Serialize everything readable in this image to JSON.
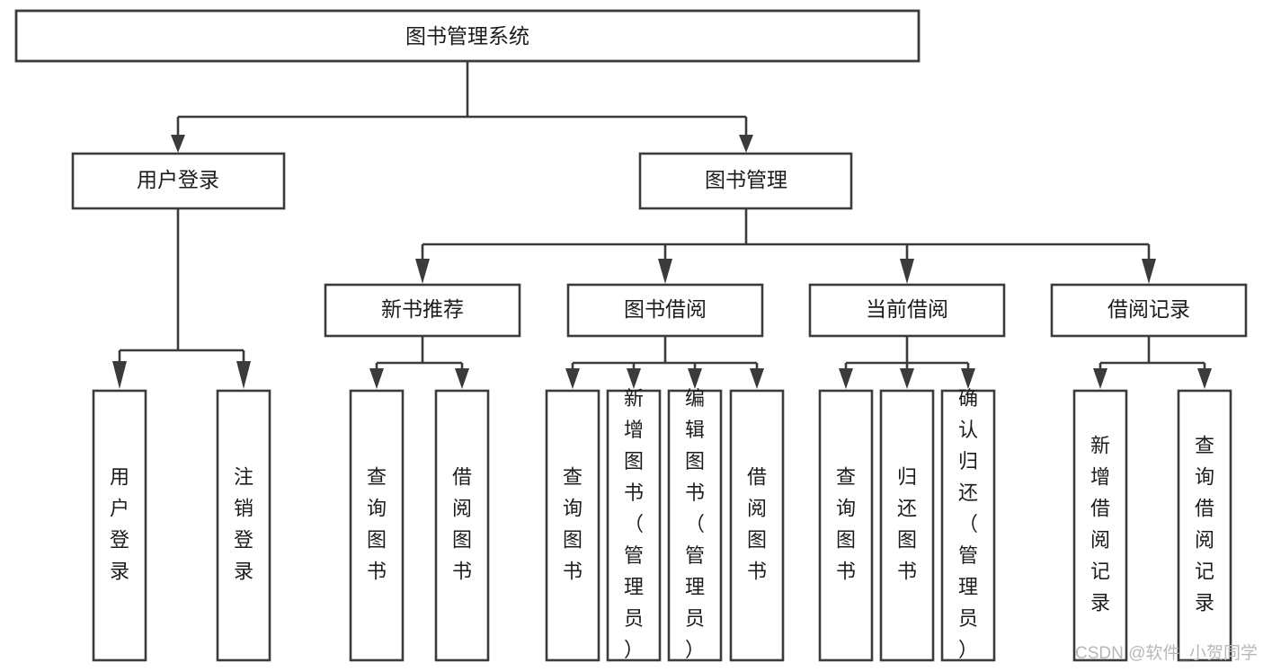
{
  "diagram": {
    "title": "图书管理系统",
    "type": "tree-hierarchy-chart",
    "root": {
      "label": "图书管理系统"
    },
    "level2": [
      {
        "label": "用户登录"
      },
      {
        "label": "图书管理"
      }
    ],
    "level3": [
      {
        "label": "新书推荐"
      },
      {
        "label": "图书借阅"
      },
      {
        "label": "当前借阅"
      },
      {
        "label": "借阅记录"
      }
    ],
    "leaves": {
      "user_login": [
        {
          "label": "用户登录"
        },
        {
          "label": "注销登录"
        }
      ],
      "new_book_recommend": [
        {
          "label": "查询图书"
        },
        {
          "label": "借阅图书"
        }
      ],
      "book_borrow": [
        {
          "label": "查询图书"
        },
        {
          "label": "新增图书（管理员）"
        },
        {
          "label": "编辑图书（管理员）"
        },
        {
          "label": "借阅图书"
        }
      ],
      "current_borrow": [
        {
          "label": "查询图书"
        },
        {
          "label": "归还图书"
        },
        {
          "label": "确认归还（管理员）"
        }
      ],
      "borrow_record": [
        {
          "label": "新增借阅记录"
        },
        {
          "label": "查询借阅记录"
        }
      ]
    },
    "watermark": "CSDN @软件_小贺同学",
    "colors": {
      "box_stroke": "#3b3b3b",
      "box_fill": "#ffffff",
      "text": "#1c1c1c",
      "watermark": "#b8b8b8",
      "background": "#ffffff"
    }
  }
}
